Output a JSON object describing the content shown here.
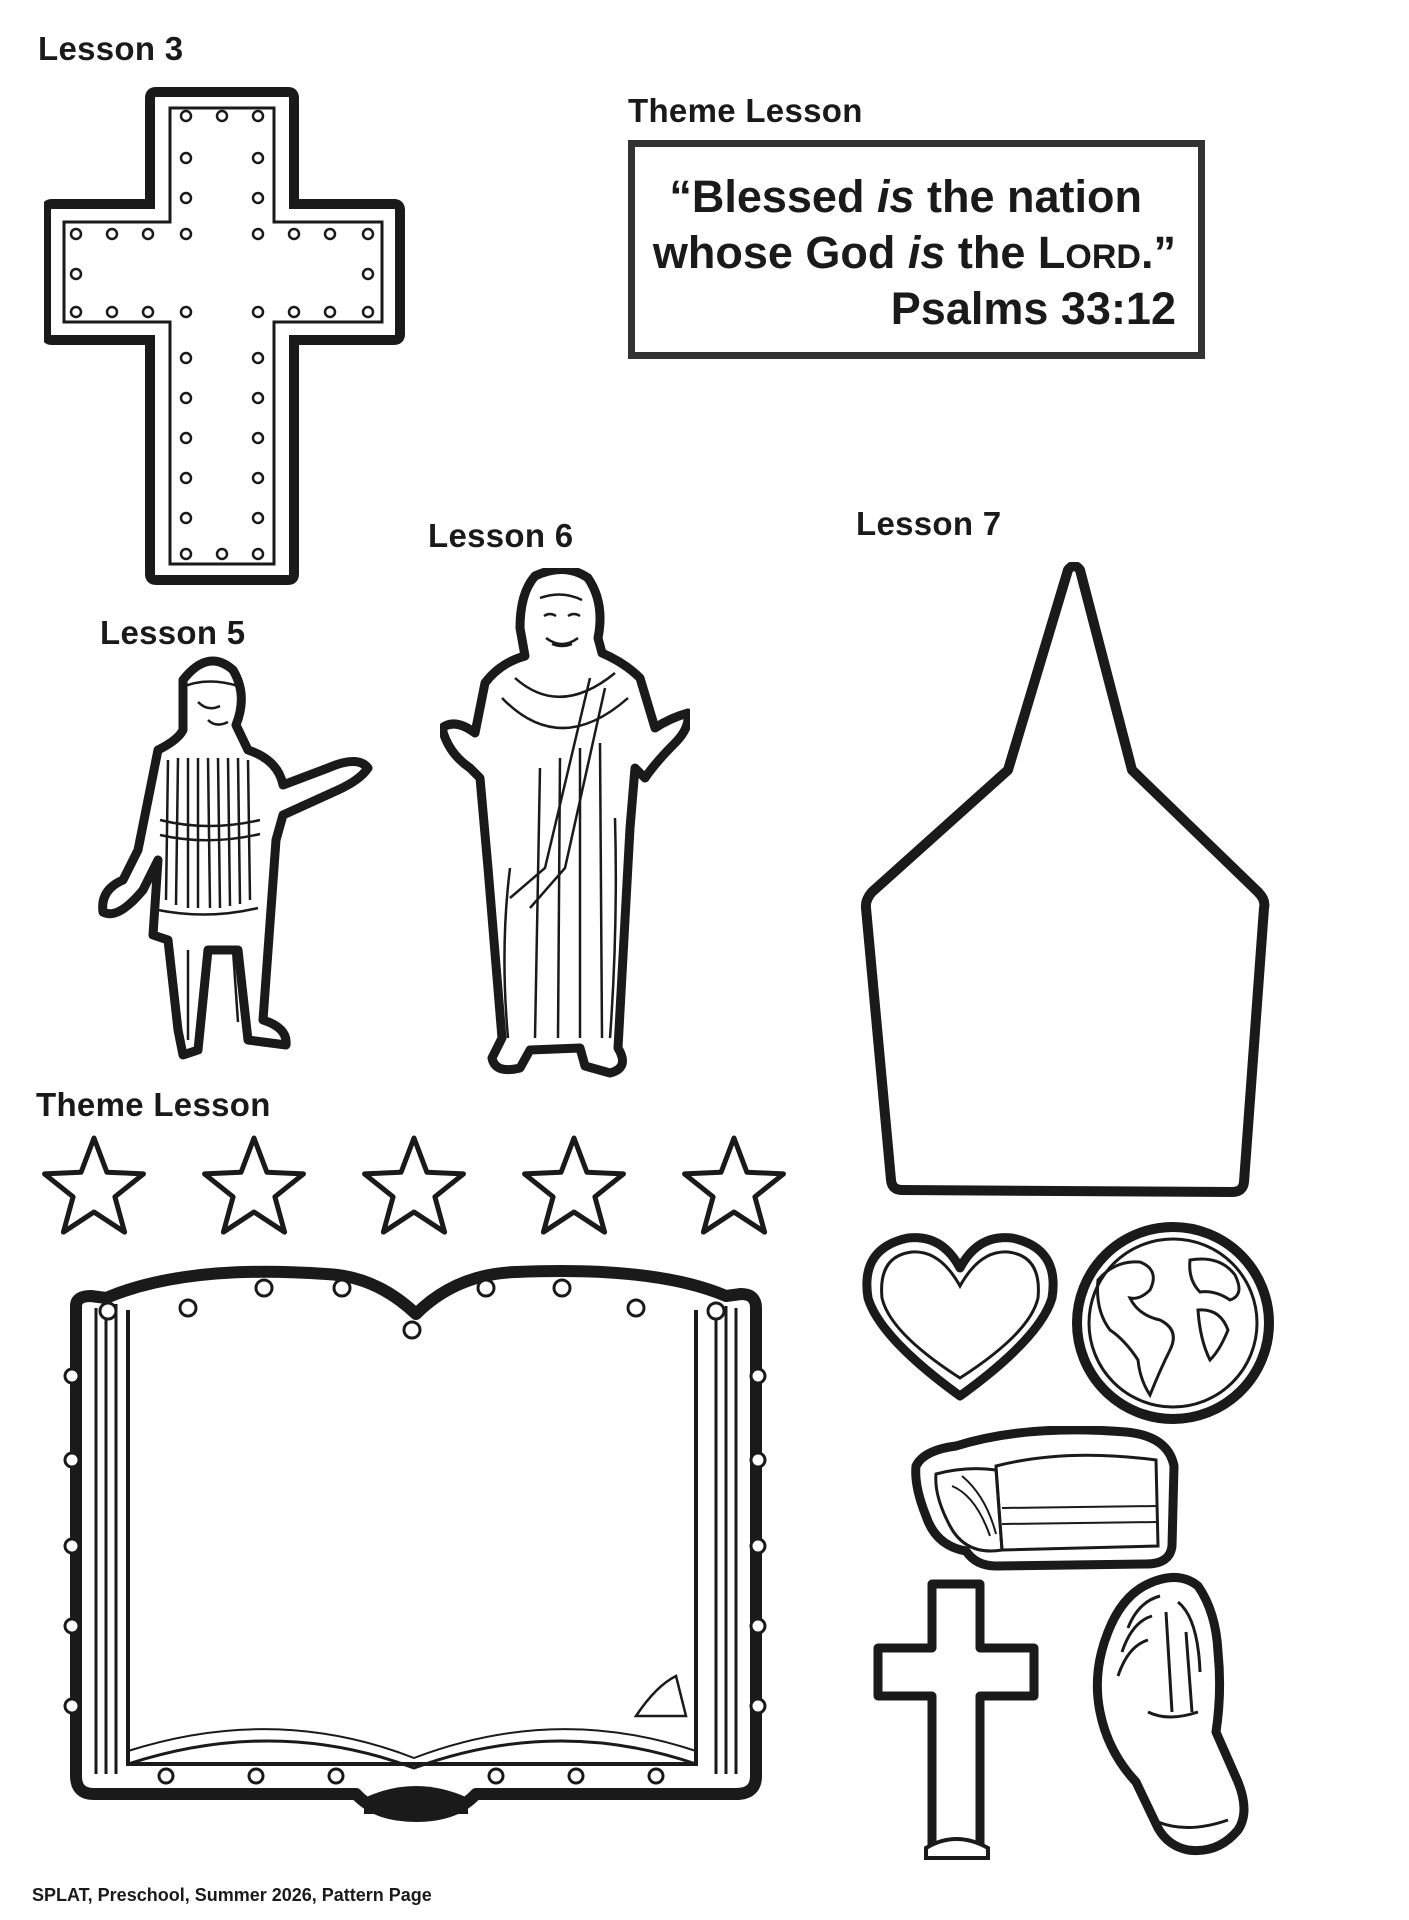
{
  "labels": {
    "lesson3": "Lesson 3",
    "theme_top": "Theme Lesson",
    "lesson6": "Lesson 6",
    "lesson7": "Lesson 7",
    "lesson5": "Lesson 5",
    "theme_bottom": "Theme Lesson"
  },
  "verse": {
    "quote_open": "“Blessed",
    "is1": "is",
    "mid1": "the nation",
    "line2_start": "whose God",
    "is2": "is",
    "line2_mid": "the L",
    "lord_sc": "ORD",
    "line2_end": ".”",
    "reference": "Psalms 33:12"
  },
  "footer": "SPLAT, Preschool, Summer 2026, Pattern Page",
  "icons": [
    "cross-icon",
    "man-figure-icon",
    "jesus-figure-icon",
    "tent-shape-icon",
    "star-icon",
    "open-bible-icon",
    "heart-icon",
    "globe-icon",
    "bread-loaf-icon",
    "small-cross-icon",
    "praying-hands-icon"
  ],
  "colors": {
    "ink": "#1a1a1a",
    "box_border": "#333333"
  }
}
